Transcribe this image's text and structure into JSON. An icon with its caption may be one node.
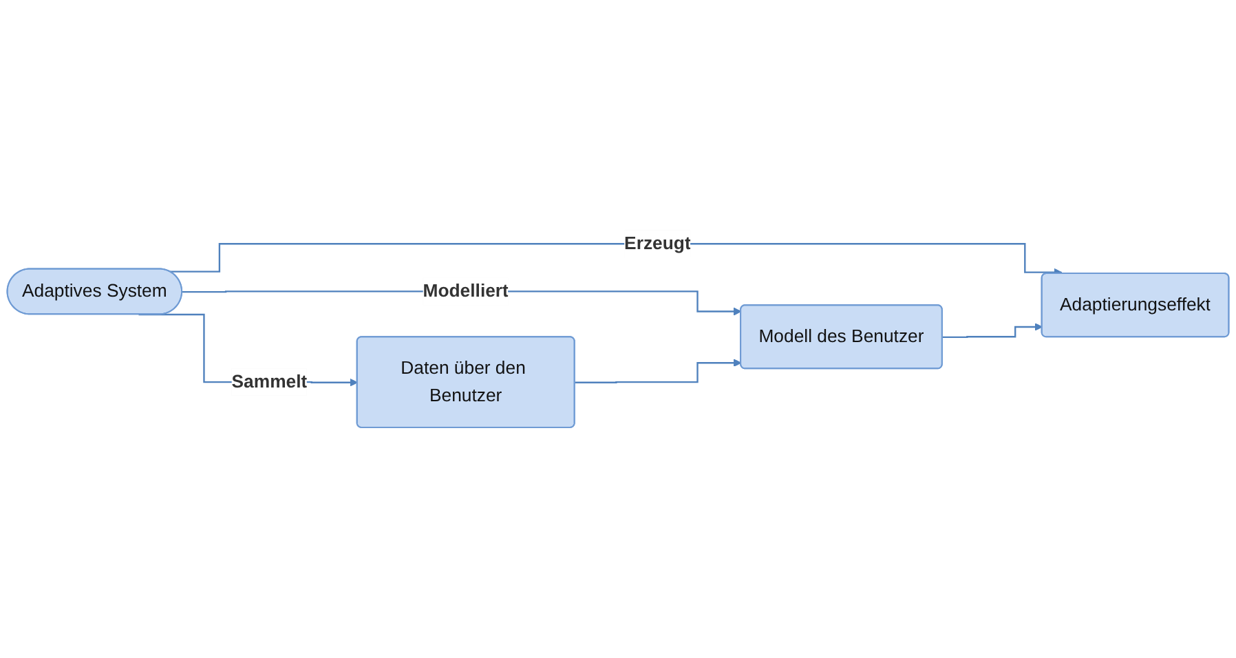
{
  "diagram": {
    "nodes": [
      {
        "text": [
          "Adaptives System"
        ]
      },
      {
        "text": [
          "Daten über den Benutzer"
        ]
      },
      {
        "text": [
          "Modell des Benutzer"
        ]
      },
      {
        "text": [
          "Adaptierungseffekt"
        ]
      }
    ],
    "edges": [
      {
        "from": 0,
        "to": 1,
        "arrow": "to",
        "label": "Sammelt"
      },
      {
        "from": 0,
        "to": 2,
        "arrow": "to",
        "label": "Modelliert"
      },
      {
        "from": 0,
        "to": 3,
        "arrow": "to",
        "label": "Erzeugt"
      },
      {
        "from": 1,
        "to": 2,
        "arrow": "to"
      },
      {
        "from": 2,
        "to": 3,
        "arrow": "to"
      }
    ]
  }
}
